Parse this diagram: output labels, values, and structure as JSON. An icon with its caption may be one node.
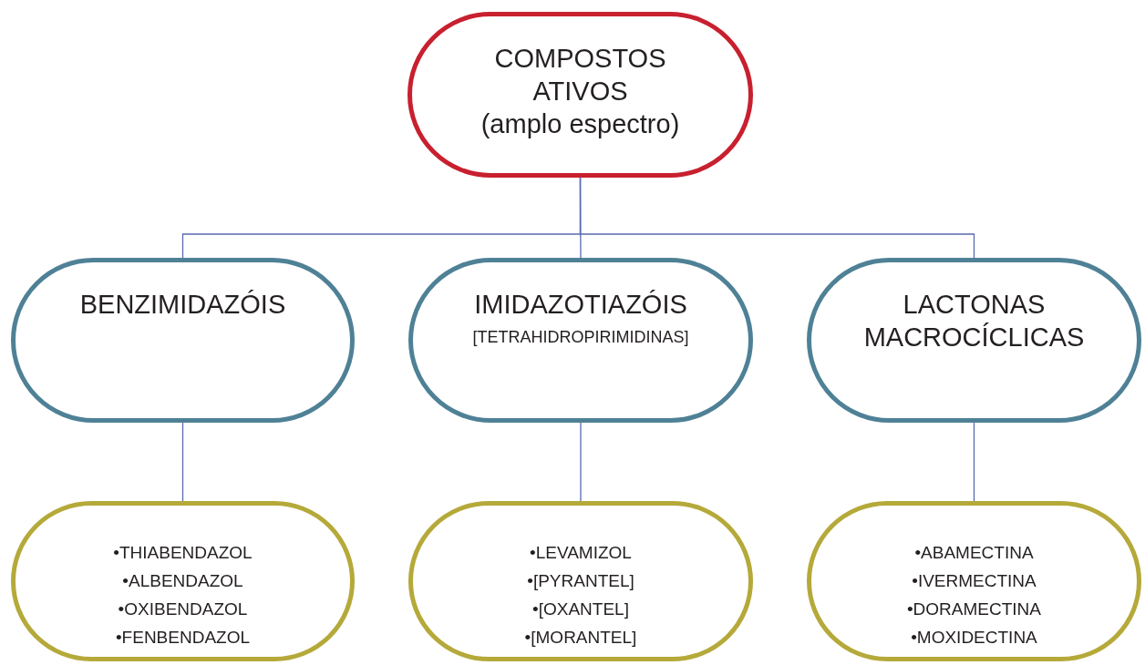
{
  "diagram": {
    "nodes": [
      {
        "text": [
          "COMPOSTOS ATIVOS",
          "(amplo espectro)"
        ]
      },
      {
        "text": [
          "BENZIMIDAZÓIS"
        ]
      },
      {
        "text": [
          "IMIDAZOTIAZÓIS",
          "[TETRAHIDROPIRIMIDINAS]"
        ]
      },
      {
        "text": [
          "LACTONAS MACROCÍCLICAS"
        ]
      },
      {
        "text": [
          "•THIABENDAZOL",
          "•ALBENDAZOL",
          "•OXIBENDAZOL",
          "•FENBENDAZOL"
        ]
      },
      {
        "text": [
          "•LEVAMIZOL",
          "•[PYRANTEL]",
          "•[OXANTEL]",
          "•[MORANTEL]"
        ]
      },
      {
        "text": [
          "•ABAMECTINA",
          "•IVERMECTINA",
          "•DORAMECTINA",
          "•MOXIDECTINA"
        ]
      }
    ],
    "edges": [
      {
        "from": 0,
        "to": 1,
        "arrow": "none"
      },
      {
        "from": 0,
        "to": 2,
        "arrow": "none"
      },
      {
        "from": 0,
        "to": 3,
        "arrow": "none"
      },
      {
        "from": 1,
        "to": 4,
        "arrow": "none"
      },
      {
        "from": 2,
        "to": 5,
        "arrow": "none"
      },
      {
        "from": 3,
        "to": 6,
        "arrow": "none"
      }
    ]
  }
}
